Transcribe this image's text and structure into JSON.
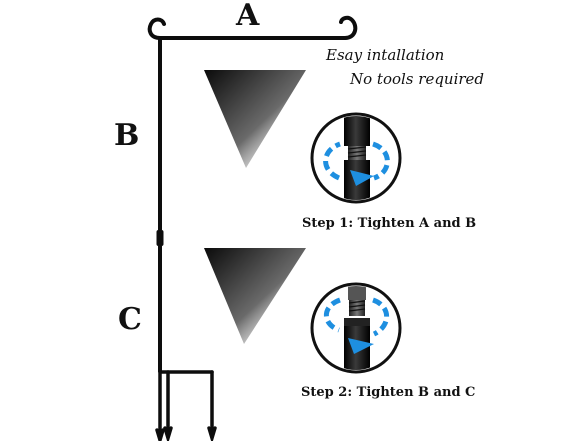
{
  "labels": {
    "a": "A",
    "b": "B",
    "c": "C"
  },
  "notes": {
    "line1": "Esay intallation",
    "line2": "No tools required"
  },
  "steps": {
    "step1": "Step 1: Tighten A and B",
    "step2": "Step 2: Tighten B and C"
  },
  "colors": {
    "pole": "#0d0d0d",
    "arrow": "#1e8fe0",
    "funnel_dark": "#111111"
  },
  "icons": {
    "rotate_arrow": "circular-arrow-icon"
  }
}
